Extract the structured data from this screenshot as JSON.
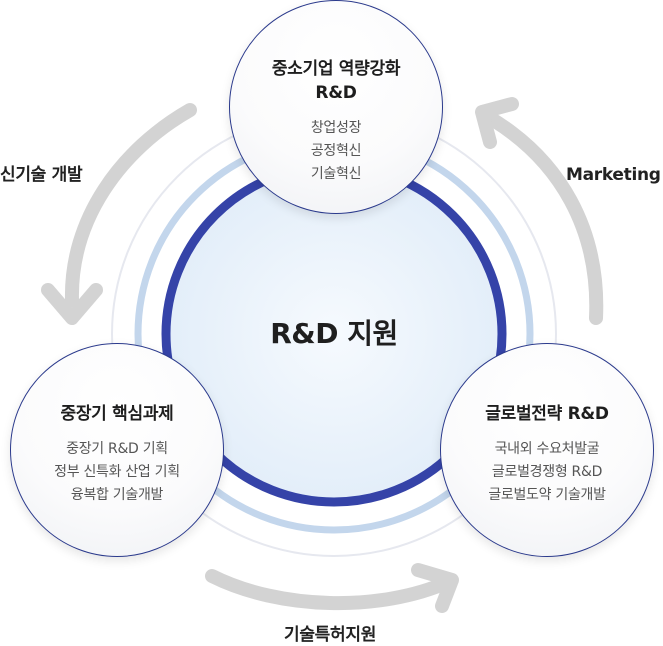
{
  "center": {
    "label": "R&D 지원"
  },
  "nodes": {
    "top": {
      "title_line1": "중소기업 역량강화",
      "title_line2": "R&D",
      "items": [
        "창업성장",
        "공정혁신",
        "기술혁신"
      ]
    },
    "left": {
      "title": "중장기 핵심과제",
      "items": [
        "중장기 R&D 기획",
        "정부 신특화 산업 기획",
        "융복합 기술개발"
      ]
    },
    "right": {
      "title": "글로벌전략 R&D",
      "items": [
        "국내외 수요처발굴",
        "글로벌경쟁형 R&D",
        "글로벌도약 기술개발"
      ]
    }
  },
  "arrows": {
    "left": "신기술 개발",
    "right": "Marketing",
    "bottom": "기술특허지원"
  },
  "colors": {
    "core_ring": "#3543a8",
    "light_ring": "#c3d6ec",
    "outer_ring": "#e4e6ee",
    "arrow": "#d3d3d3",
    "center_fill": "#eaf3fb",
    "node_border": "#2b3a8c"
  }
}
